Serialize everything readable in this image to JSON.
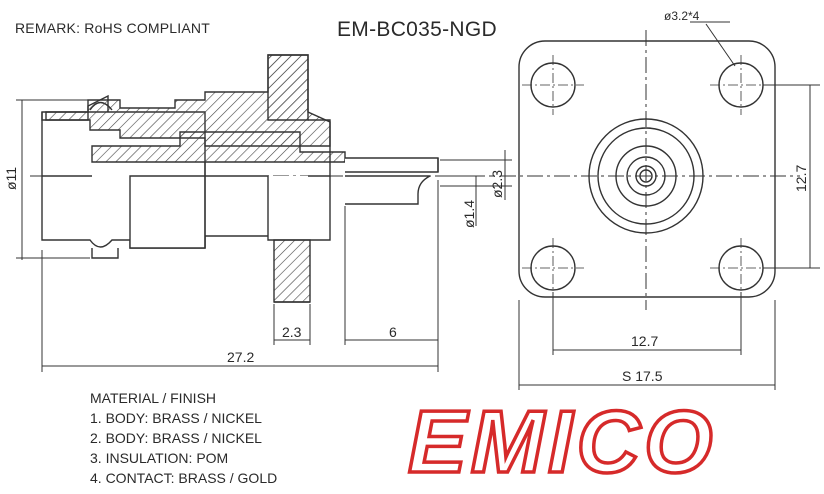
{
  "remark": "REMARK: RoHS COMPLIANT",
  "part_number": "EM-BC035-NGD",
  "dimensions": {
    "overall_length": "27.2",
    "pin_width": "2.3",
    "pin_projection": "6",
    "body_diameter": "ø11",
    "contact_diameter": "ø1.4",
    "insulator_diameter": "ø2.3",
    "hole_spec": "ø3.2*4",
    "hole_pitch_vertical": "12.7",
    "hole_pitch_horizontal": "12.7",
    "flange_square": "S 17.5"
  },
  "materials": {
    "heading": "MATERIAL / FINISH",
    "items": [
      "1. BODY: BRASS / NICKEL",
      "2. BODY: BRASS / NICKEL",
      "3. INSULATION: POM",
      "4. CONTACT: BRASS / GOLD"
    ]
  },
  "logo": {
    "text": "EMICO",
    "color": "#d62a2a"
  }
}
